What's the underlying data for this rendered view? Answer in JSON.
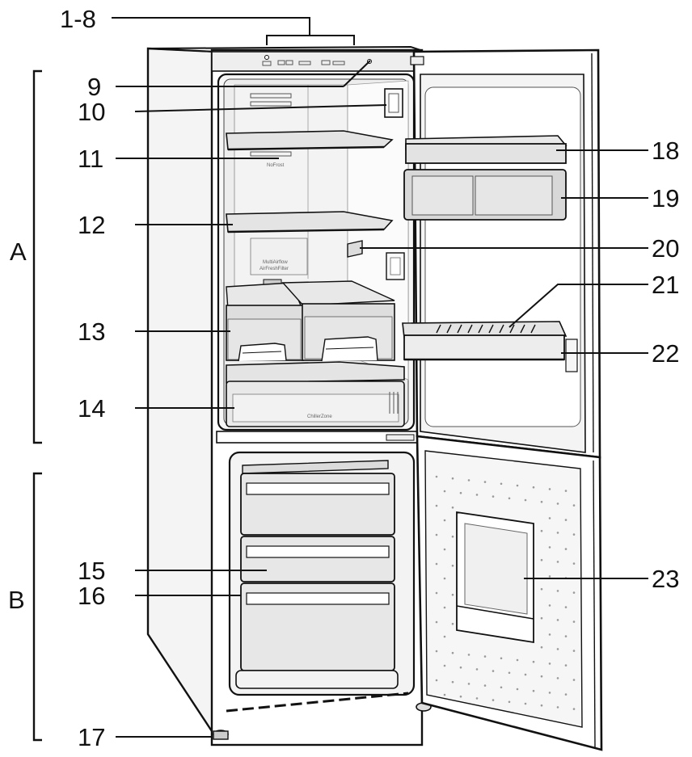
{
  "diagram": {
    "sections": [
      {
        "id": "A",
        "label": "A"
      },
      {
        "id": "B",
        "label": "B"
      }
    ],
    "callouts": [
      {
        "id": "1-8",
        "label": "1-8"
      },
      {
        "id": "9",
        "label": "9"
      },
      {
        "id": "10",
        "label": "10"
      },
      {
        "id": "11",
        "label": "11"
      },
      {
        "id": "12",
        "label": "12"
      },
      {
        "id": "13",
        "label": "13"
      },
      {
        "id": "14",
        "label": "14"
      },
      {
        "id": "15",
        "label": "15"
      },
      {
        "id": "16",
        "label": "16"
      },
      {
        "id": "17",
        "label": "17"
      },
      {
        "id": "18",
        "label": "18"
      },
      {
        "id": "19",
        "label": "19"
      },
      {
        "id": "20",
        "label": "20"
      },
      {
        "id": "21",
        "label": "21"
      },
      {
        "id": "22",
        "label": "22"
      },
      {
        "id": "23",
        "label": "23"
      }
    ],
    "drawing_text": {
      "fresh_label": "NoFrost",
      "filter_line1": "MultiAirflow",
      "filter_line2": "AirFreshFilter",
      "chiller_label": "ChillerZone"
    }
  }
}
